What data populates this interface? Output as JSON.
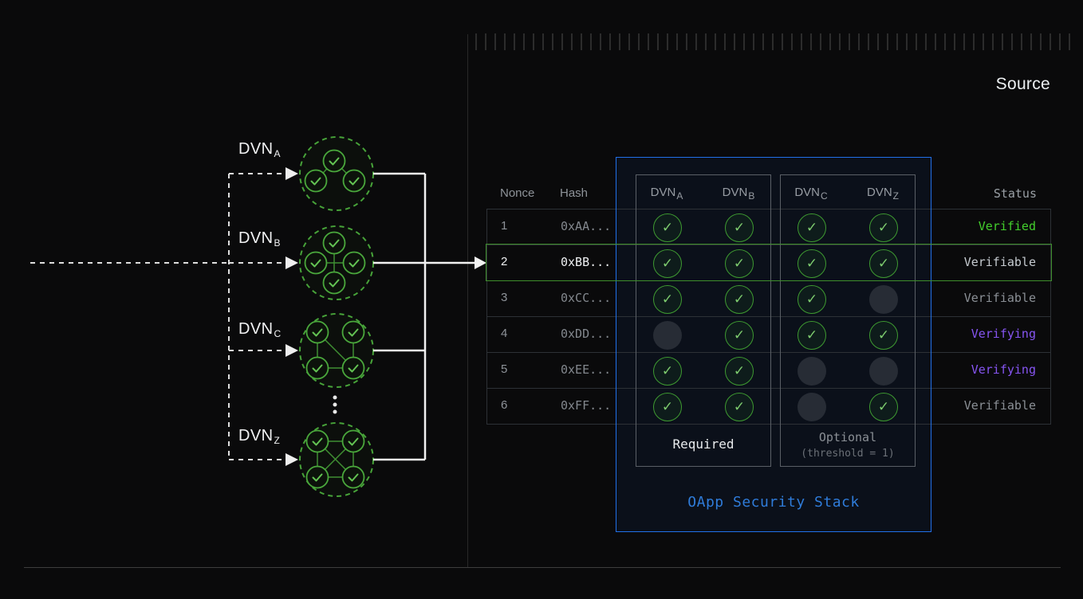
{
  "page": {
    "source_label": "Source"
  },
  "colors": {
    "accent_blue": "#2170e8",
    "verified_green": "#43cf2c",
    "verifying_purple": "#8655f2",
    "check_green": "#3e9a31",
    "background": "#0a0a0b"
  },
  "diagram": {
    "dvn_labels": [
      {
        "base": "DVN",
        "sub": "A"
      },
      {
        "base": "DVN",
        "sub": "B"
      },
      {
        "base": "DVN",
        "sub": "C"
      },
      {
        "base": "DVN",
        "sub": "Z"
      }
    ]
  },
  "table": {
    "headers": {
      "nonce": "Nonce",
      "hash": "Hash",
      "status": "Status"
    },
    "dvn_columns": [
      {
        "base": "DVN",
        "sub": "A"
      },
      {
        "base": "DVN",
        "sub": "B"
      },
      {
        "base": "DVN",
        "sub": "C"
      },
      {
        "base": "DVN",
        "sub": "Z"
      }
    ],
    "rows": [
      {
        "nonce": "1",
        "hash": "0xAA...",
        "checks": [
          true,
          true,
          true,
          true
        ],
        "status": "Verified",
        "status_color": "green",
        "highlight": false
      },
      {
        "nonce": "2",
        "hash": "0xBB...",
        "checks": [
          true,
          true,
          true,
          true
        ],
        "status": "Verifiable",
        "status_color": "white",
        "highlight": true
      },
      {
        "nonce": "3",
        "hash": "0xCC...",
        "checks": [
          true,
          true,
          true,
          false
        ],
        "status": "Verifiable",
        "status_color": "gray",
        "highlight": false
      },
      {
        "nonce": "4",
        "hash": "0xDD...",
        "checks": [
          false,
          true,
          true,
          true
        ],
        "status": "Verifying",
        "status_color": "purple",
        "highlight": false
      },
      {
        "nonce": "5",
        "hash": "0xEE...",
        "checks": [
          true,
          true,
          false,
          false
        ],
        "status": "Verifying",
        "status_color": "purple",
        "highlight": false
      },
      {
        "nonce": "6",
        "hash": "0xFF...",
        "checks": [
          true,
          true,
          false,
          true
        ],
        "status": "Verifiable",
        "status_color": "gray",
        "highlight": false
      }
    ]
  },
  "security_stack": {
    "required_label": "Required",
    "optional_label": "Optional",
    "optional_threshold": "(threshold = 1)",
    "title": "OApp Security Stack"
  }
}
